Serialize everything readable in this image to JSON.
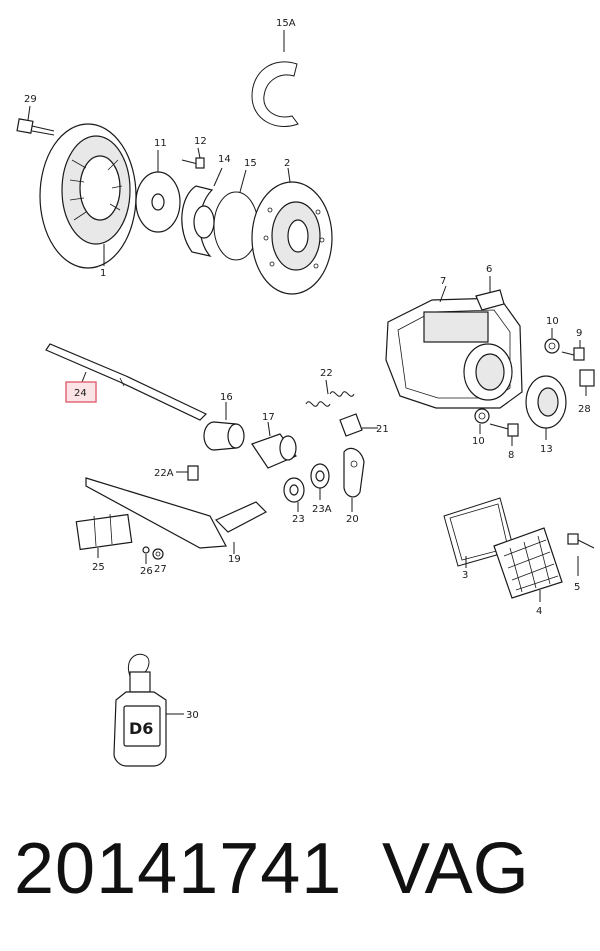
{
  "callouts": {
    "p1": "1",
    "p2": "2",
    "p3": "3",
    "p4": "4",
    "p5": "5",
    "p6": "6",
    "p7": "7",
    "p8": "8",
    "p9": "9",
    "p10a": "10",
    "p10b": "10",
    "p11": "11",
    "p12": "12",
    "p13": "13",
    "p14": "14",
    "p15": "15",
    "p15a": "15A",
    "p16": "16",
    "p17": "17",
    "p19": "19",
    "p20": "20",
    "p21": "21",
    "p22": "22",
    "p22a": "22A",
    "p23": "23",
    "p23a": "23A",
    "p24": "24",
    "p25": "25",
    "p26": "26",
    "p27": "27",
    "p28": "28",
    "p29": "29",
    "p30": "30"
  },
  "bottle_label": "D6",
  "footer": {
    "part_number": "20141741",
    "brand": "VAG"
  },
  "colors": {
    "highlight": "#e06070",
    "highlight_fill": "#fbe3e6",
    "ink": "#1a1a1a"
  }
}
